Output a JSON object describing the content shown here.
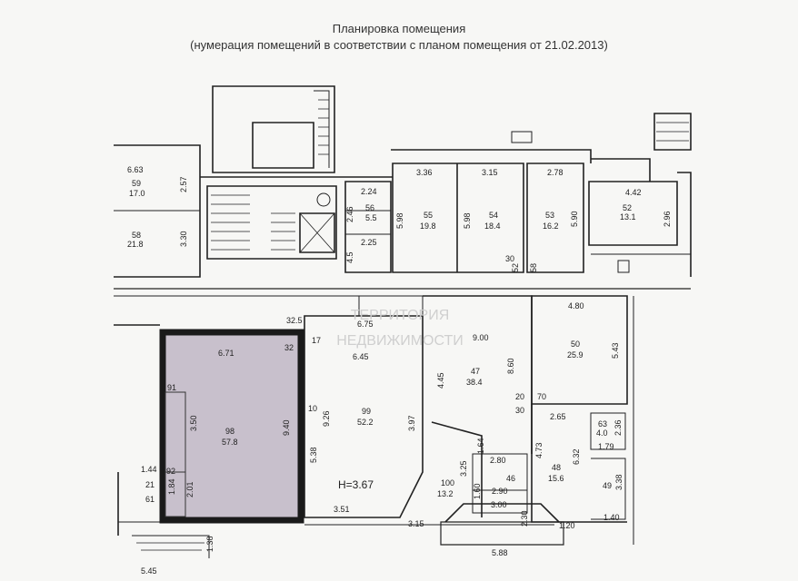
{
  "header": {
    "title": "Планировка помещения",
    "subtitle": "(нумерация помещений в соответствии с планом помещения от 21.02.2013)"
  },
  "watermark": {
    "line1": "ТЕРРИТОРИЯ",
    "line2": "НЕДВИЖИМОСТИ"
  },
  "colors": {
    "highlight_fill": "#c8c0cc",
    "highlight_border": "#1a1a1a",
    "wall": "#222222",
    "watermark": "#bfbfbf"
  },
  "labels": {
    "l_663": "6.63",
    "l_59": "59",
    "l_170": "17.0",
    "l_257": "2.57",
    "l_58": "58",
    "l_218": "21.8",
    "l_330": "3.30",
    "l_224": "2.24",
    "l_246": "2.46",
    "l_56": "56",
    "l_55a": "5.5",
    "l_225": "2.25",
    "l_45s": "4.5",
    "l_336": "3.36",
    "l_598a": "5.98",
    "l_55": "55",
    "l_198": "19.8",
    "l_315": "3.15",
    "l_598b": "5.98",
    "l_54": "54",
    "l_184": "18.4",
    "l_278": "2.78",
    "l_53": "53",
    "l_162": "16.2",
    "l_590": "5.90",
    "l_442": "4.42",
    "l_52": "52",
    "l_131": "13.1",
    "l_296": "2.96",
    "l_30a": "30",
    "l_52s": "52",
    "l_58s": "58",
    "l_480": "4.80",
    "l_50": "50",
    "l_259": "25.9",
    "l_543": "5.43",
    "l_675": "6.75",
    "l_325": "32.5",
    "l_32": "32",
    "l_17": "17",
    "l_671": "6.71",
    "l_645": "6.45",
    "l_900": "9.00",
    "l_47": "47",
    "l_384": "38.4",
    "l_860": "8.60",
    "l_445": "4.45",
    "l_91": "91",
    "l_350": "3.50",
    "l_98": "98",
    "l_578": "57.8",
    "l_940": "9.40",
    "l_10": "10",
    "l_926": "9.26",
    "l_99": "99",
    "l_522": "52.2",
    "l_397": "3.97",
    "l_20a": "20",
    "l_70": "70",
    "l_30b": "30",
    "l_265": "2.65",
    "l_63": "63",
    "l_40": "4.0",
    "l_236": "2.36",
    "l_179": "1.79",
    "l_538": "5.38",
    "l_164": "1.64",
    "l_280": "2.80",
    "l_473": "4.73",
    "l_48": "48",
    "l_156": "15.6",
    "l_632": "6.32",
    "l_325b": "3.25",
    "l_46": "46",
    "l_100": "100",
    "l_132": "13.2",
    "l_160": "1.60",
    "l_290": "2.90",
    "l_49": "49",
    "l_338": "3.38",
    "l_140": "1.40",
    "l_h": "H=3.67",
    "l_351": "3.51",
    "l_315b": "3.15",
    "l_300": "3.00",
    "l_230": "2.30",
    "l_120": "1.20",
    "l_588": "5.88",
    "l_144": "1.44",
    "l_92": "92",
    "l_21": "21",
    "l_184b": "1.84",
    "l_201": "2.01",
    "l_61": "61",
    "l_138": "1.38",
    "l_545": "5.45"
  }
}
